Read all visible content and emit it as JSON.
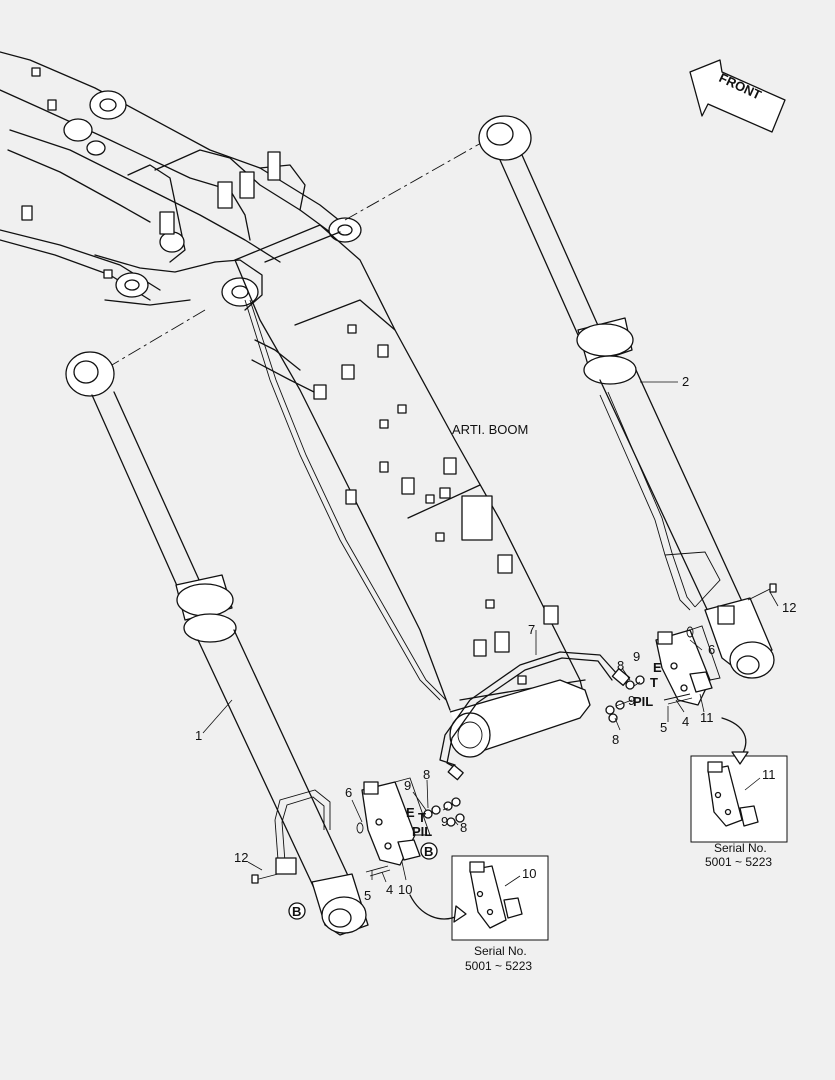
{
  "direction_arrow": {
    "label": "FRONT"
  },
  "component_title": "ARTI. BOOM",
  "callouts": {
    "c1": "1",
    "c2": "2",
    "c4_left": "4",
    "c4_right": "4",
    "c5_left": "5",
    "c5_right": "5",
    "c6_left": "6",
    "c6_right": "6",
    "c7": "7",
    "c8_left": "8",
    "c8_left_b": "8",
    "c8_right": "8",
    "c8_right_b": "8",
    "c9_left": "9",
    "c9_left_b": "9",
    "c9_right": "9",
    "c9_right_b": "9",
    "c10": "10",
    "c10_inset": "10",
    "c11": "11",
    "c11_inset": "11",
    "c12_left": "12",
    "c12_right": "12"
  },
  "port_labels": {
    "e_left": "E",
    "t_left": "T",
    "pil_left": "PIL",
    "e_right": "E",
    "t_right": "T",
    "pil_right": "PIL"
  },
  "view_markers": {
    "b_valve": "B",
    "b_cylinder": "B"
  },
  "insets": {
    "left": {
      "serial_label": "Serial No.",
      "serial_range": "5001 ~ 5223"
    },
    "right": {
      "serial_label": "Serial No.",
      "serial_range": "5001 ~ 5223"
    }
  }
}
